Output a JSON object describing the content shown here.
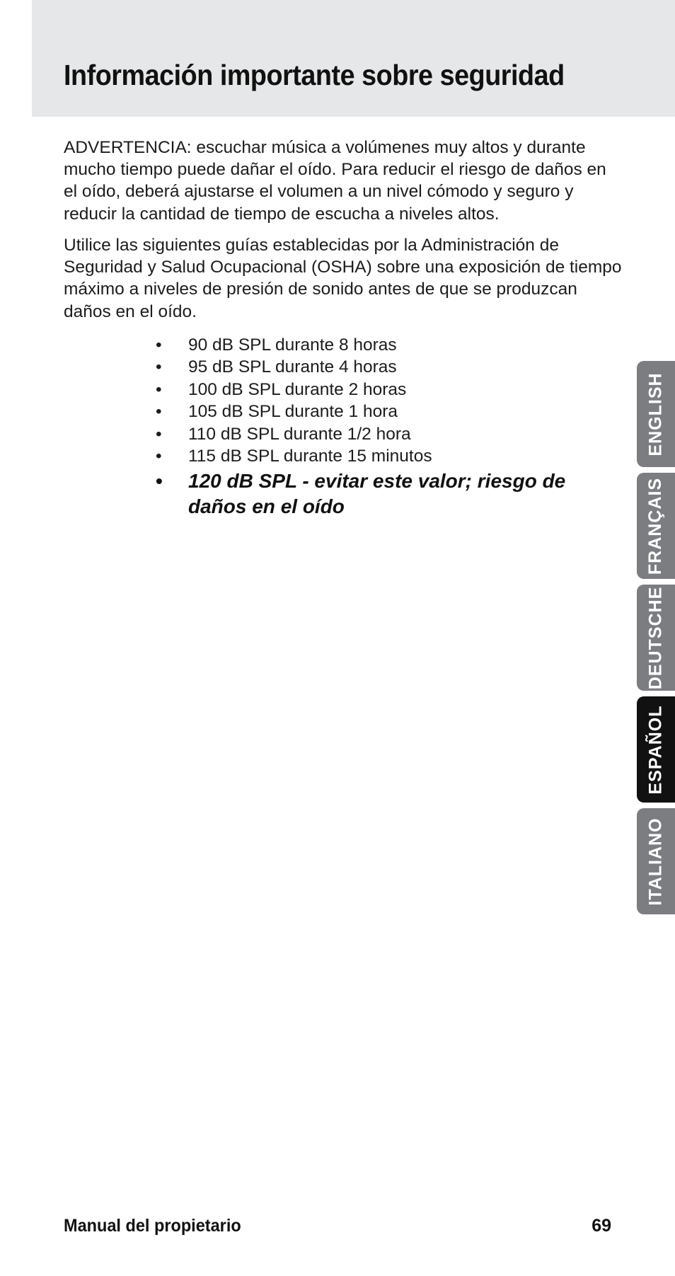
{
  "header": {
    "title": "Información importante sobre seguridad"
  },
  "body": {
    "paragraphs": [
      "ADVERTENCIA: escuchar música a volúmenes muy altos y durante mucho tiempo puede dañar el oído. Para reducir el riesgo de daños en el oído, deberá ajustarse el volumen a un nivel cómodo y seguro y reducir la cantidad de tiempo de escucha a niveles altos.",
      "Utilice las siguientes guías establecidas por la Administración de Seguridad y Salud Ocupacional (OSHA) sobre una exposición de tiempo máximo a niveles de presión de sonido antes de que se produzcan daños en el oído."
    ],
    "bullet_symbol": "•",
    "exposure_limits": [
      "90 dB SPL durante 8 horas",
      "95 dB SPL durante 4 horas",
      "100 dB SPL durante 2 horas",
      "105 dB SPL durante 1 hora",
      "110 dB SPL durante 1/2 hora",
      "115 dB SPL durante 15 minutos"
    ],
    "warning_item": "120 dB SPL - evitar este valor; riesgo de daños en el oído"
  },
  "language_tabs": [
    {
      "label": "ENGLISH",
      "active": false
    },
    {
      "label": "FRANÇAIS",
      "active": false
    },
    {
      "label": "DEUTSCHE",
      "active": false
    },
    {
      "label": "ESPAÑOL",
      "active": true
    },
    {
      "label": "ITALIANO",
      "active": false
    }
  ],
  "footer": {
    "manual_label": "Manual del propietario",
    "page_number": "69"
  },
  "colors": {
    "header_band": "#e6e7e8",
    "tab_inactive": "#7b7d80",
    "tab_active": "#111111",
    "text": "#1c1c1c"
  }
}
